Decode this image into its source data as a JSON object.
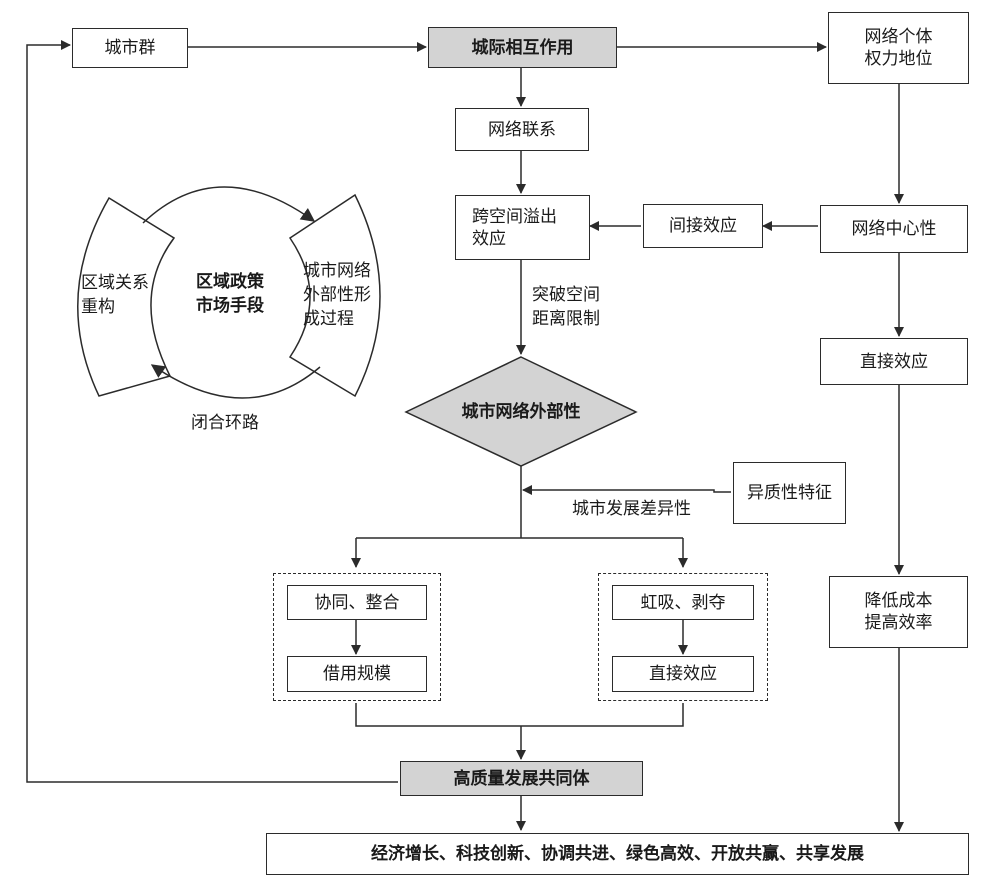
{
  "nodes": {
    "urban_cluster": "城市群",
    "intercity_interaction": "城际相互作用",
    "network_power_line1": "网络个体",
    "network_power_line2": "权力地位",
    "network_connection": "网络联系",
    "spillover_line1": "跨空间溢出",
    "spillover_line2": "效应",
    "indirect_effect": "间接效应",
    "network_centrality": "网络中心性",
    "direct_effect_right": "直接效应",
    "urban_network_externality": "城市网络外部性",
    "heterogeneity": "异质性特征",
    "synergy": "协同、整合",
    "borrowed_size": "借用规模",
    "siphon": "虹吸、剥夺",
    "direct_effect_bottom": "直接效应",
    "cost_line1": "降低成本",
    "cost_line2": "提高效率",
    "hq_community": "高质量发展共同体",
    "outcomes": "经济增长、科技创新、协调共进、绿色高效、开放共赢、共享发展"
  },
  "edge_labels": {
    "break_line1": "突破空间",
    "break_line2": "距离限制",
    "development_diff": "城市发展差异性"
  },
  "cycle": {
    "left_line1": "区域关系",
    "left_line2": "重构",
    "center_line1": "区域政策",
    "center_line2": "市场手段",
    "right_line1": "城市网络",
    "right_line2": "外部性形",
    "right_line3": "成过程",
    "loop_label": "闭合环路"
  },
  "colors": {
    "highlight_fill": "#d3d3d3",
    "stroke": "#2b2b2b"
  }
}
